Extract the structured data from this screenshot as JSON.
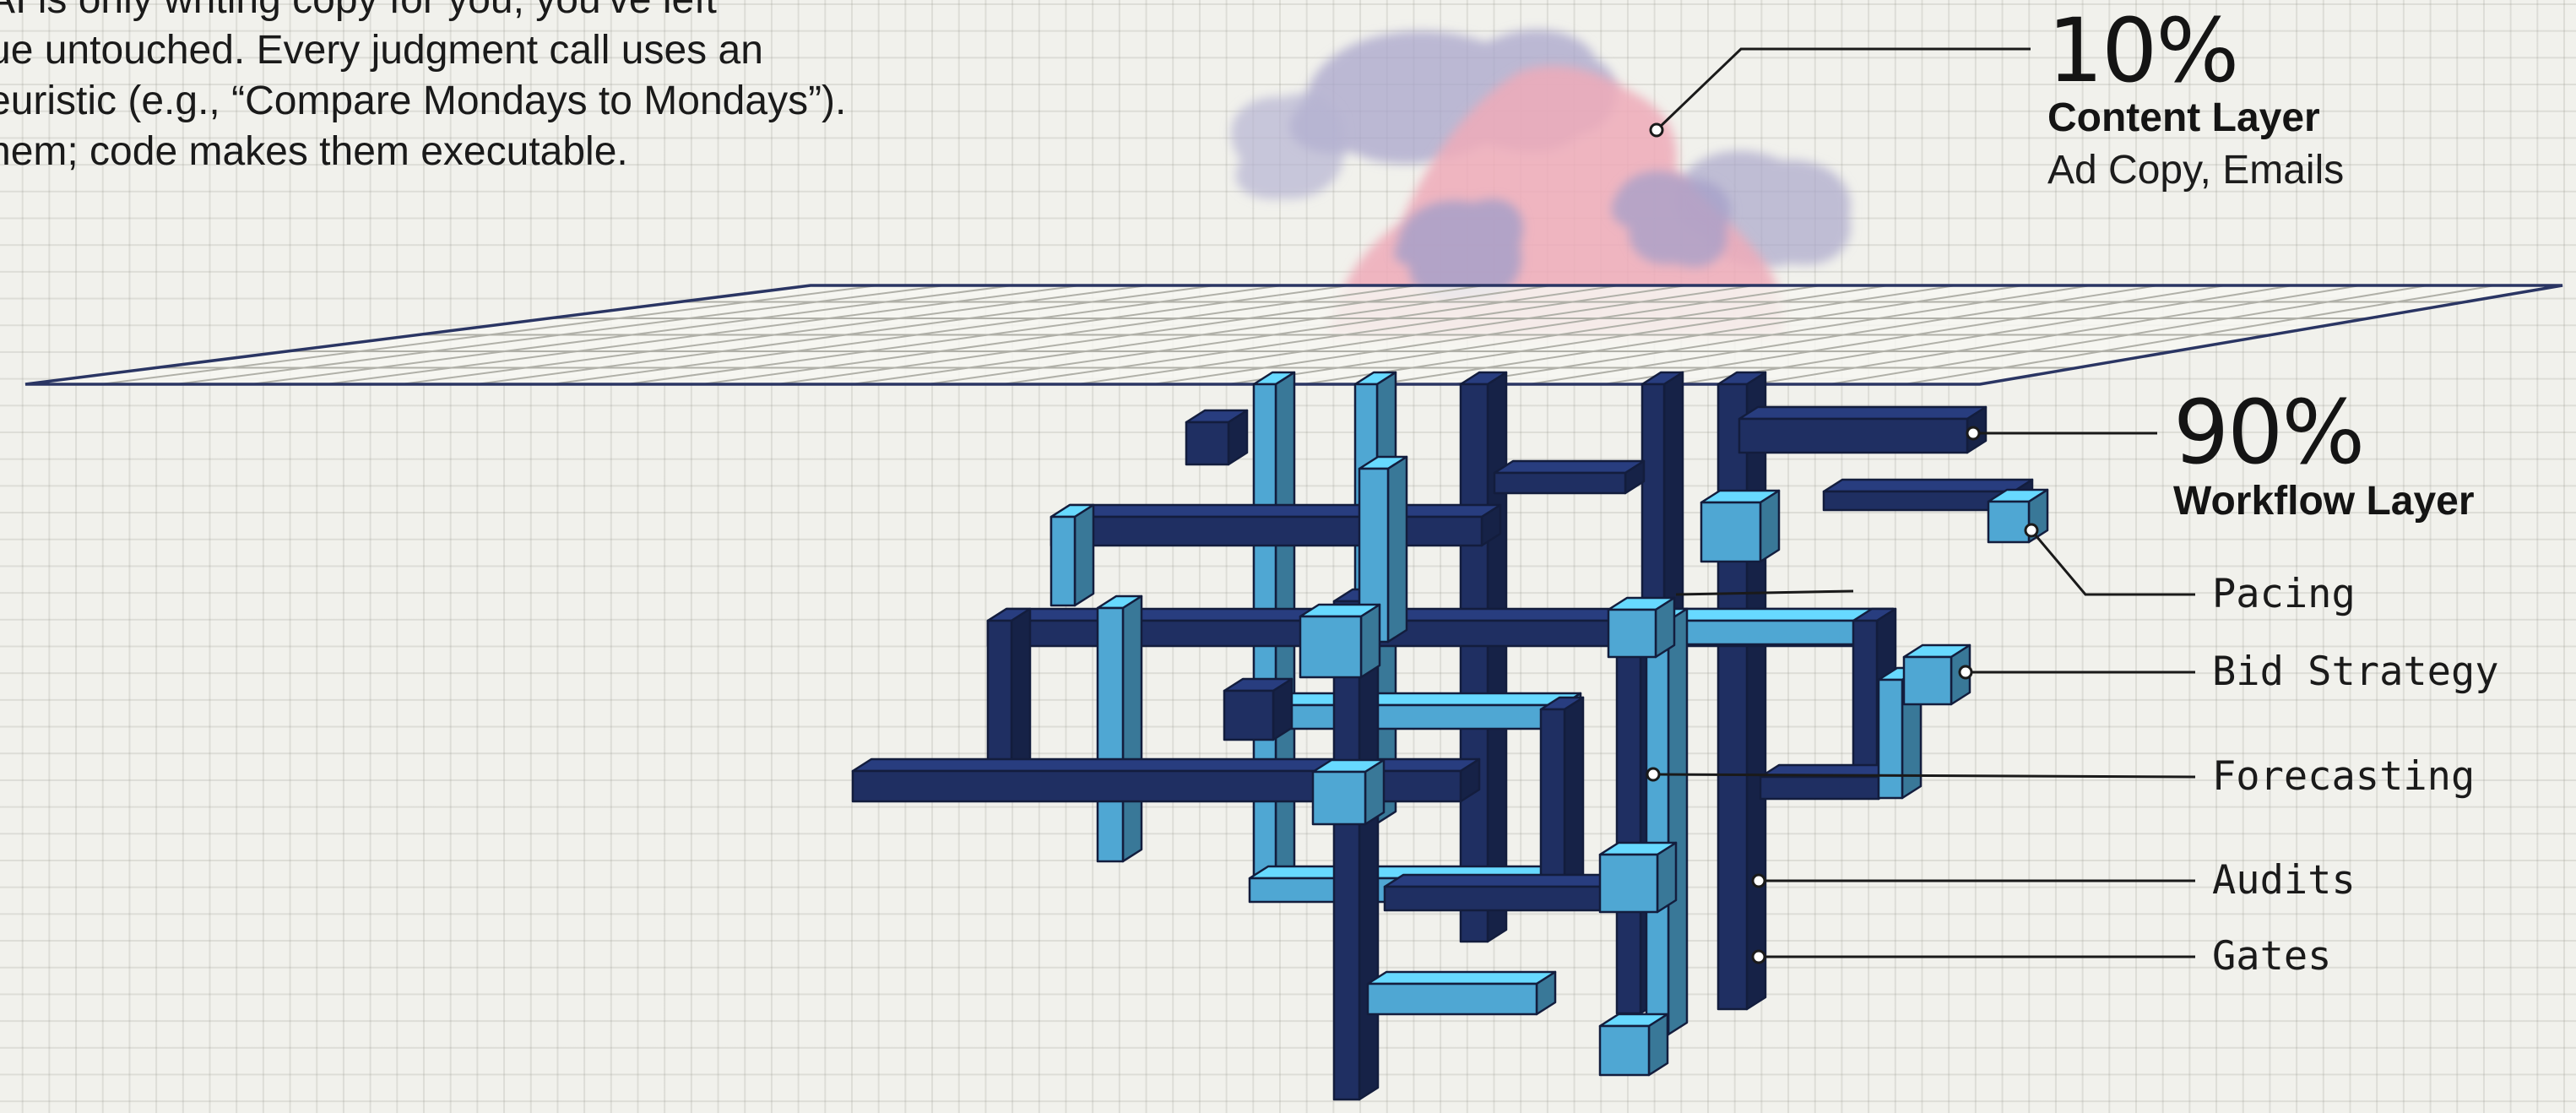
{
  "intro": {
    "lines": [
      "AI is only writing copy for you, you've left",
      "ue untouched. Every judgment call uses an",
      "euristic (e.g., “Compare Mondays to Mondays”).",
      "hem; code makes them executable."
    ]
  },
  "content_layer": {
    "percent": "10%",
    "title": "Content Layer",
    "subtitle": "Ad Copy, Emails"
  },
  "workflow_layer": {
    "percent": "90%",
    "title": "Workflow Layer",
    "callouts": [
      "Pacing",
      "Bid Strategy",
      "Forecasting",
      "Audits",
      "Gates"
    ]
  },
  "colors": {
    "background": "#f1f1ec",
    "grid_line": "#c9c9c0",
    "navy": "#1f2f62",
    "light_blue": "#4fa7d3",
    "cloud_pink": "#eeaab8",
    "cloud_lavender": "#a9a6cb",
    "leader_line": "#1a1a1a"
  }
}
